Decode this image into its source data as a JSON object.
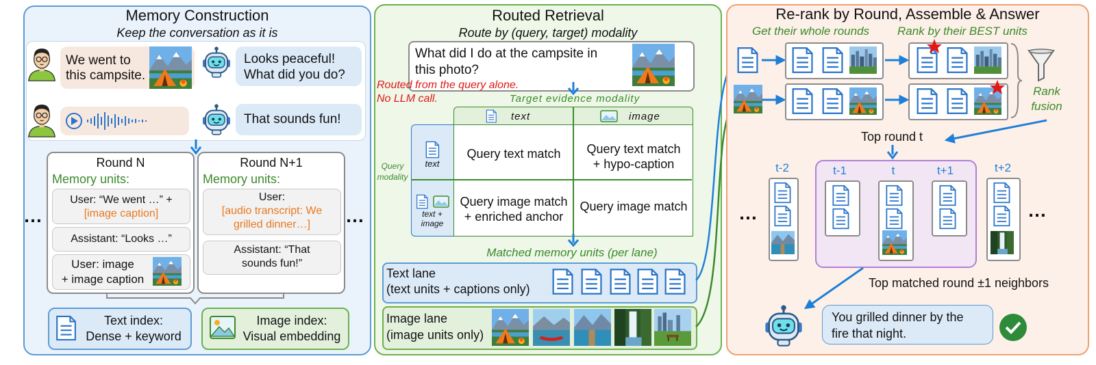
{
  "panel1": {
    "title": "Memory Construction",
    "subtitle": "Keep the conversation as it is",
    "chat": {
      "user_msg1": [
        "We went to",
        "this campsite."
      ],
      "bot_msg1": [
        "Looks peaceful!",
        "What did you do?"
      ],
      "bot_msg2": "That sounds fun!"
    },
    "round_n": {
      "title": "Round N",
      "label": "Memory units:",
      "unit1_a": "User: “We went …” +",
      "unit1_b": "[image caption]",
      "unit2": "Assistant: “Looks …”",
      "unit3_a": "User: image",
      "unit3_b": "+ image caption"
    },
    "round_n1": {
      "title": "Round N+1",
      "label": "Memory units:",
      "unit1_a": "User:",
      "unit1_b": "[audio transcript: We",
      "unit1_c": "grilled dinner…]",
      "unit2_a": "Assistant: “That",
      "unit2_b": "sounds fun!”"
    },
    "ellipsis": "…",
    "text_index": [
      "Text index:",
      "Dense + keyword"
    ],
    "image_index": [
      "Image index:",
      "Visual embedding"
    ]
  },
  "panel2": {
    "title": "Routed Retrieval",
    "subtitle": "Route by (query, target) modality",
    "query": [
      "What did I do at the campsite in",
      "this photo?"
    ],
    "routed_note": [
      "Routed from the query alone.",
      "No LLM call."
    ],
    "table": {
      "header": "Target evidence modality",
      "col_text": "text",
      "col_image": "image",
      "row_label": [
        "Query",
        "modality"
      ],
      "row_text": "text",
      "row_image": [
        "text +",
        "image"
      ],
      "cell_tt": "Query text match",
      "cell_ti": [
        "Query text match",
        "+ hypo-caption"
      ],
      "cell_it": [
        "Query image match",
        "+ enriched anchor"
      ],
      "cell_ii": "Query image match"
    },
    "matched_label": "Matched memory units (per lane)",
    "text_lane": [
      "Text lane",
      "(text units + captions only)"
    ],
    "image_lane": [
      "Image lane",
      "(image units only)"
    ]
  },
  "panel3": {
    "title": "Re-rank by Round, Assemble & Answer",
    "sub_left": "Get their whole rounds",
    "sub_right": "Rank by their BEST units",
    "rank_fusion": [
      "Rank",
      "fusion"
    ],
    "top_round": "Top round t",
    "rounds": [
      "t-2",
      "t-1",
      "t",
      "t+1",
      "t+2"
    ],
    "ellipsis": "…",
    "neighbors": "Top matched round ±1 neighbors",
    "answer": [
      "You grilled dinner by the",
      "fire that night."
    ]
  },
  "colors": {
    "blue_panel": "#5b9bd5",
    "green_panel": "#6ab04c",
    "orange_panel": "#f0a070",
    "arrow_blue": "#1e7fd8",
    "accent_green": "#3a8a2a",
    "accent_orange": "#e8781e",
    "accent_red": "#e01818",
    "purple": "#b07ed8"
  }
}
